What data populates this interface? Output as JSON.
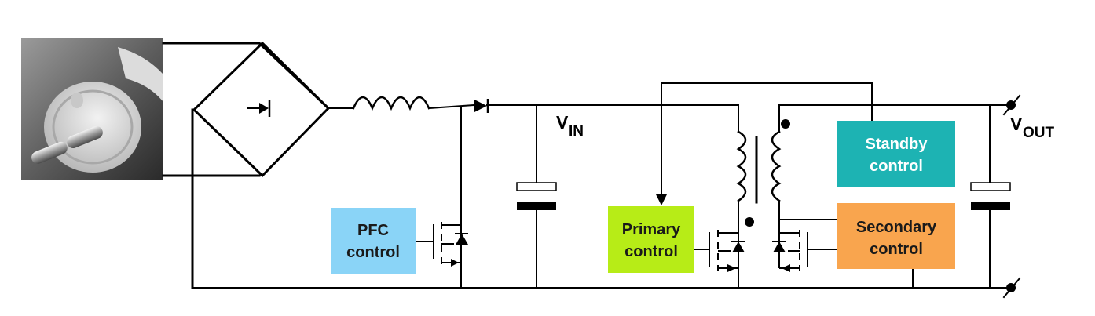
{
  "labels": {
    "vin_main": "V",
    "vin_sub": "IN",
    "vout_main": "V",
    "vout_sub": "OUT"
  },
  "blocks": {
    "pfc": {
      "line1": "PFC",
      "line2": "control",
      "color": "#8ad4f7",
      "text_color": "#1a1a1a"
    },
    "primary": {
      "line1": "Primary",
      "line2": "control",
      "color": "#b7ec17",
      "text_color": "#1a1a1a"
    },
    "standby": {
      "line1": "Standby",
      "line2": "control",
      "color": "#1db3b3",
      "text_color": "#ffffff"
    },
    "secondary": {
      "line1": "Secondary",
      "line2": "control",
      "color": "#f9a54e",
      "text_color": "#1a1a1a"
    }
  },
  "icons": {
    "plug": "power-plug-photo",
    "rectifier": "bridge-rectifier-diode",
    "inductor": "pfc-inductor",
    "diode": "boost-diode",
    "transformer": "flyback-transformer"
  }
}
